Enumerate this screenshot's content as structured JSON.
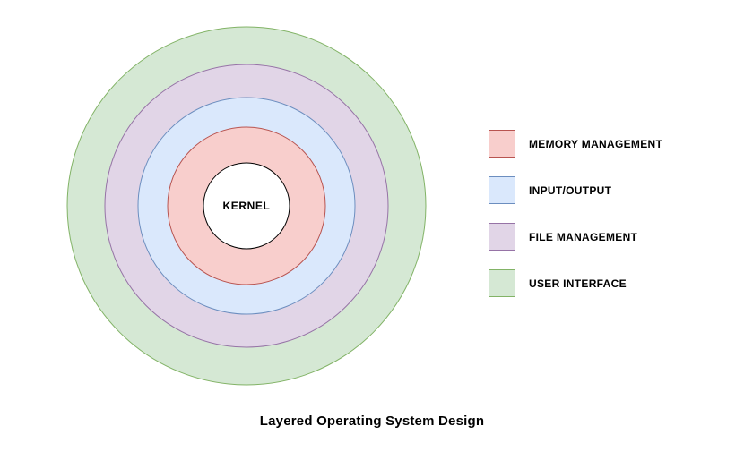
{
  "diagram": {
    "title": "Layered Operating System Design",
    "center_label": "KERNEL",
    "layers": [
      {
        "name": "USER INTERFACE",
        "fill": "#d5e8d4",
        "stroke": "#82b366",
        "radius": 200
      },
      {
        "name": "FILE MANAGEMENT",
        "fill": "#e1d5e7",
        "stroke": "#9673a6",
        "radius": 158
      },
      {
        "name": "INPUT/OUTPUT",
        "fill": "#dae8fc",
        "stroke": "#6c8ebf",
        "radius": 121
      },
      {
        "name": "MEMORY MANAGEMENT",
        "fill": "#f8cecc",
        "stroke": "#b85450",
        "radius": 88
      },
      {
        "name": "KERNEL",
        "fill": "#ffffff",
        "stroke": "#000000",
        "radius": 48
      }
    ]
  },
  "legend": {
    "items": [
      {
        "label": "MEMORY MANAGEMENT",
        "fill": "#f8cecc",
        "stroke": "#b85450"
      },
      {
        "label": "INPUT/OUTPUT",
        "fill": "#dae8fc",
        "stroke": "#6c8ebf"
      },
      {
        "label": "FILE MANAGEMENT",
        "fill": "#e1d5e7",
        "stroke": "#9673a6"
      },
      {
        "label": "USER INTERFACE",
        "fill": "#d5e8d4",
        "stroke": "#82b366"
      }
    ]
  }
}
